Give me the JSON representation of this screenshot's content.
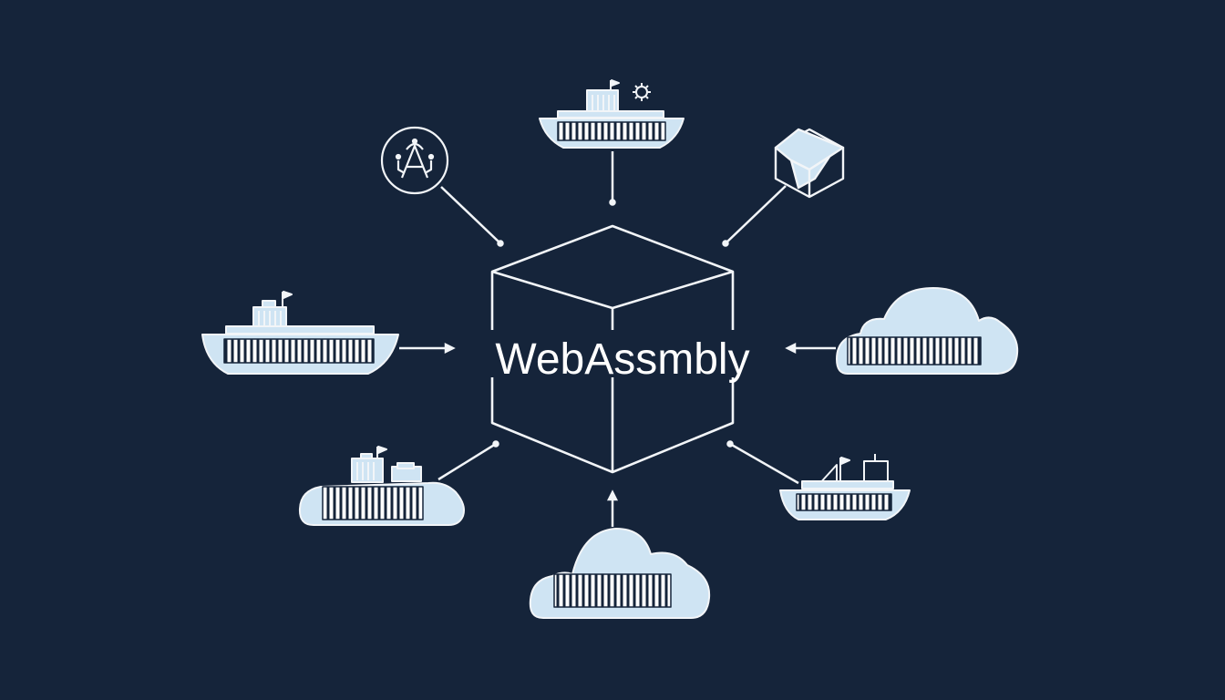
{
  "diagram": {
    "center_label": "WebAssmbly",
    "colors": {
      "background": "#15243a",
      "line": "#f2f5f8",
      "fill": "#cfe4f3"
    },
    "nodes": [
      {
        "id": "top-ship",
        "kind": "ship",
        "icon": "cargo-ship-icon"
      },
      {
        "id": "upper-left-badge",
        "kind": "badge",
        "icon": "letter-a-badge-icon"
      },
      {
        "id": "upper-right-hexagon",
        "kind": "hexagon",
        "icon": "hexagon-cube-icon"
      },
      {
        "id": "left-ship",
        "kind": "ship",
        "icon": "cargo-ship-icon"
      },
      {
        "id": "right-cloud",
        "kind": "cloud",
        "icon": "cloud-container-icon"
      },
      {
        "id": "lower-left-cloud",
        "kind": "cloud",
        "icon": "cloud-ship-icon"
      },
      {
        "id": "bottom-cloud",
        "kind": "cloud",
        "icon": "cloud-container-icon"
      },
      {
        "id": "lower-right-ship",
        "kind": "ship",
        "icon": "sail-ship-icon"
      }
    ]
  }
}
